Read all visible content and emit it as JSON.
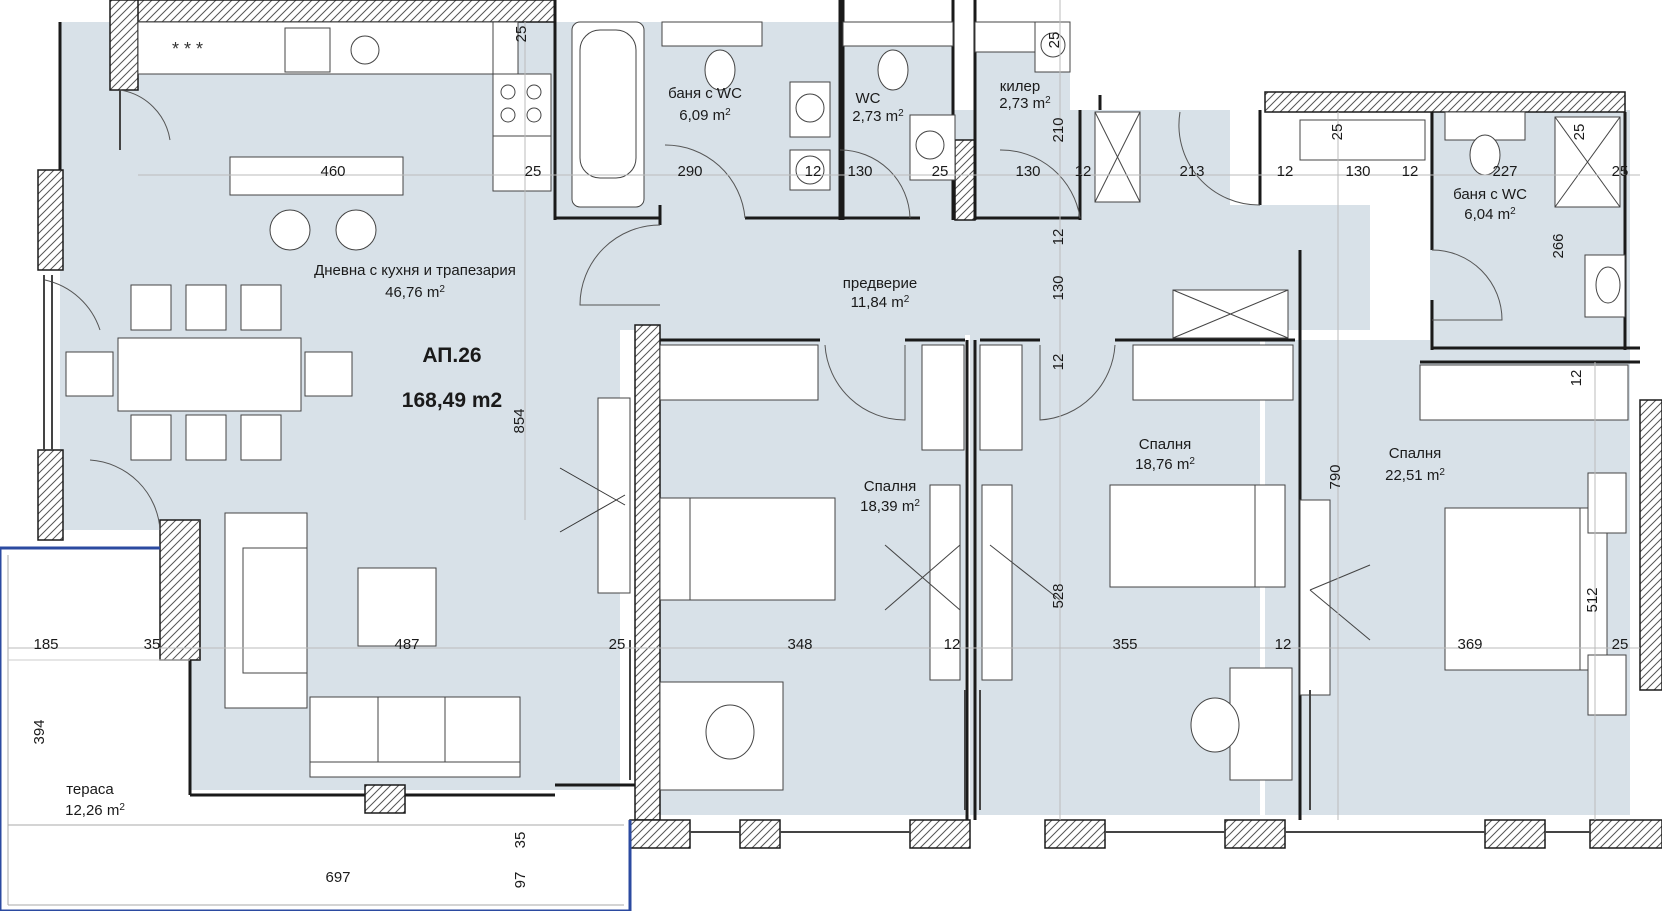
{
  "apartment": {
    "name": "АП.26",
    "total_area": "168,49 m2"
  },
  "colors": {
    "floor": "#d8e1e8",
    "wall": "#1a1a1a",
    "hatch": "#8a8a8a",
    "terrace_border": "#2b4aa0"
  },
  "rooms": [
    {
      "name": "Дневна с кухня и трапезария",
      "area": "46,76 m",
      "unit_sup": "2"
    },
    {
      "name": "баня с WC",
      "area": "6,09 m",
      "unit_sup": "2"
    },
    {
      "name": "WC",
      "area": "2,73 m",
      "unit_sup": "2"
    },
    {
      "name": "килер",
      "area": "2,73 m",
      "unit_sup": "2"
    },
    {
      "name": "баня с WC",
      "area": "6,04 m",
      "unit_sup": "2"
    },
    {
      "name": "предверие",
      "area": "11,84 m",
      "unit_sup": "2"
    },
    {
      "name": "Спалня",
      "area": "18,39 m",
      "unit_sup": "2"
    },
    {
      "name": "Спалня",
      "area": "18,76 m",
      "unit_sup": "2"
    },
    {
      "name": "Спалня",
      "area": "22,51 m",
      "unit_sup": "2"
    },
    {
      "name": "тераса",
      "area": "12,26 m",
      "unit_sup": "2"
    }
  ],
  "dimensions": {
    "d460": "460",
    "d25a": "25",
    "d290": "290",
    "d12a": "12",
    "d130a": "130",
    "d25b": "25",
    "d130b": "130",
    "d12b": "12",
    "d213": "213",
    "d12c": "12",
    "d130c": "130",
    "d12d": "12",
    "d227": "227",
    "d25c": "25",
    "d25d": "25",
    "d25e": "25",
    "d25f": "25",
    "d210": "210",
    "d12v1": "12",
    "d130v": "130",
    "d12v2": "12",
    "d266": "266",
    "d12v3": "12",
    "d854": "854",
    "d790": "790",
    "d528": "528",
    "d512": "512",
    "d185": "185",
    "d35a": "35",
    "d487": "487",
    "d25g": "25",
    "d348": "348",
    "d12e": "12",
    "d355": "355",
    "d12f": "12",
    "d369": "369",
    "d25h": "25",
    "d394": "394",
    "d35b": "35",
    "d97": "97",
    "d697": "697"
  }
}
